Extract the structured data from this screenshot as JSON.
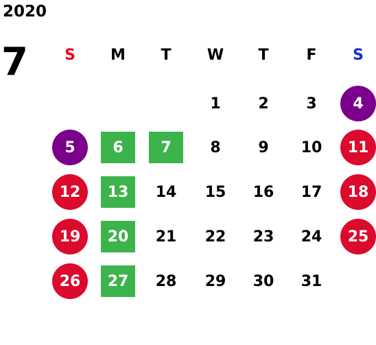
{
  "year": "2020",
  "month": "7",
  "colors": {
    "sunday_header": "#e8001c",
    "saturday_header": "#1a2bd8",
    "weekday_header": "#000000",
    "holiday_red": "#dc0a2d",
    "saturday_purple": "#7b008c",
    "green_highlight": "#3cb44b",
    "plain_text": "#000000"
  },
  "weekdays": [
    {
      "label": "S",
      "color_key": "sunday_header"
    },
    {
      "label": "M",
      "color_key": "weekday_header"
    },
    {
      "label": "T",
      "color_key": "weekday_header"
    },
    {
      "label": "W",
      "color_key": "weekday_header"
    },
    {
      "label": "T",
      "color_key": "weekday_header"
    },
    {
      "label": "F",
      "color_key": "weekday_header"
    },
    {
      "label": "S",
      "color_key": "saturday_header"
    }
  ],
  "weeks": [
    [
      null,
      null,
      null,
      {
        "n": "1"
      },
      {
        "n": "2"
      },
      {
        "n": "3"
      },
      {
        "n": "4",
        "style": "circle",
        "color_key": "saturday_purple"
      }
    ],
    [
      {
        "n": "5",
        "style": "circle",
        "color_key": "saturday_purple"
      },
      {
        "n": "6",
        "style": "square",
        "color_key": "green_highlight"
      },
      {
        "n": "7",
        "style": "square",
        "color_key": "green_highlight"
      },
      {
        "n": "8"
      },
      {
        "n": "9"
      },
      {
        "n": "10"
      },
      {
        "n": "11",
        "style": "circle",
        "color_key": "holiday_red"
      }
    ],
    [
      {
        "n": "12",
        "style": "circle",
        "color_key": "holiday_red"
      },
      {
        "n": "13",
        "style": "square",
        "color_key": "green_highlight"
      },
      {
        "n": "14"
      },
      {
        "n": "15"
      },
      {
        "n": "16"
      },
      {
        "n": "17"
      },
      {
        "n": "18",
        "style": "circle",
        "color_key": "holiday_red"
      }
    ],
    [
      {
        "n": "19",
        "style": "circle",
        "color_key": "holiday_red"
      },
      {
        "n": "20",
        "style": "square",
        "color_key": "green_highlight"
      },
      {
        "n": "21"
      },
      {
        "n": "22"
      },
      {
        "n": "23"
      },
      {
        "n": "24"
      },
      {
        "n": "25",
        "style": "circle",
        "color_key": "holiday_red"
      }
    ],
    [
      {
        "n": "26",
        "style": "circle",
        "color_key": "holiday_red"
      },
      {
        "n": "27",
        "style": "square",
        "color_key": "green_highlight"
      },
      {
        "n": "28"
      },
      {
        "n": "29"
      },
      {
        "n": "30"
      },
      {
        "n": "31"
      },
      null
    ]
  ]
}
